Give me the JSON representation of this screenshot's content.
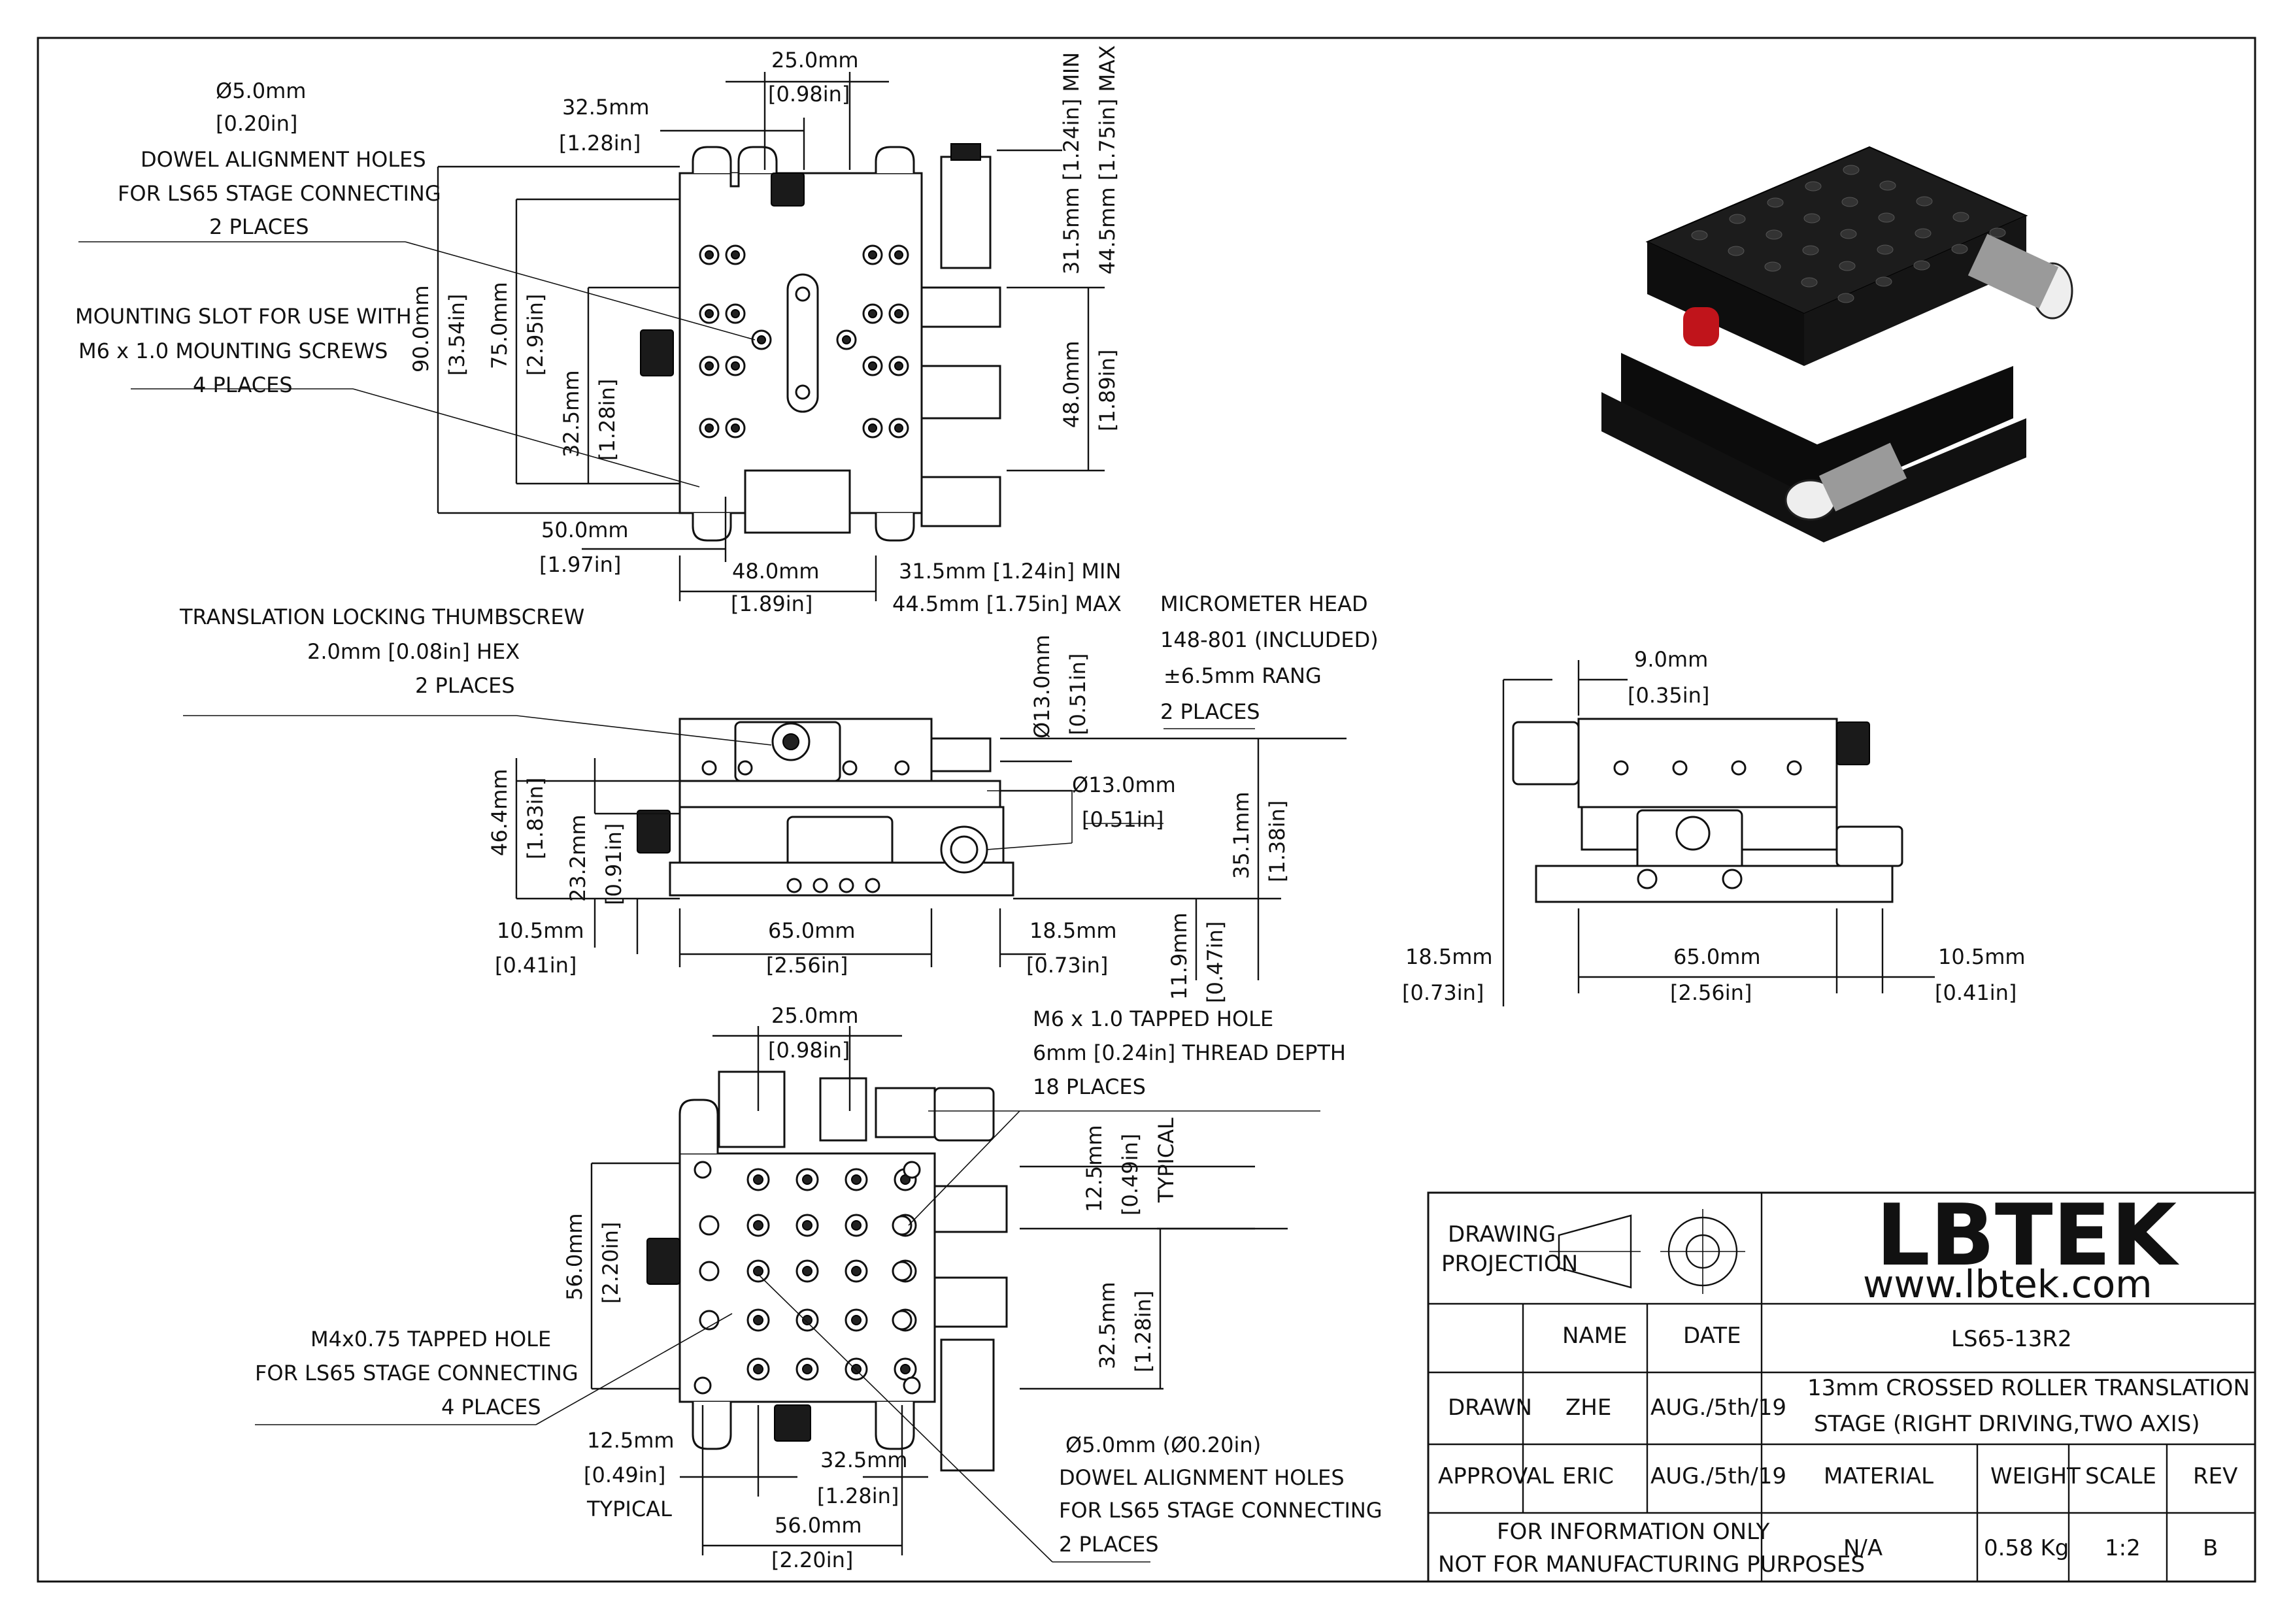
{
  "top_view": {
    "dims": [
      {
        "id": "w25",
        "text": "25.0mm"
      },
      {
        "id": "w25in",
        "text": "[0.98in]"
      },
      {
        "id": "w325",
        "text": "32.5mm"
      },
      {
        "id": "w325in",
        "text": "[1.28in]"
      },
      {
        "id": "h90",
        "text": "90.0mm"
      },
      {
        "id": "h90in",
        "text": "[3.54in]"
      },
      {
        "id": "h75",
        "text": "75.0mm"
      },
      {
        "id": "h75in",
        "text": "[2.95in]"
      },
      {
        "id": "h325",
        "text": "32.5mm"
      },
      {
        "id": "h325in",
        "text": "[1.28in]"
      },
      {
        "id": "w50",
        "text": "50.0mm"
      },
      {
        "id": "w50in",
        "text": "[1.97in]"
      },
      {
        "id": "w48",
        "text": "48.0mm"
      },
      {
        "id": "w48in",
        "text": "[1.89in]"
      },
      {
        "id": "h48",
        "text": "48.0mm"
      },
      {
        "id": "h48in",
        "text": "[1.89in]"
      },
      {
        "id": "travel_v",
        "text": "31.5mm [1.24in] MIN"
      },
      {
        "id": "travel_v2",
        "text": "44.5mm [1.75in] MAX"
      },
      {
        "id": "travel_h",
        "text": "31.5mm [1.24in] MIN"
      },
      {
        "id": "travel_h2",
        "text": "44.5mm [1.75in] MAX"
      }
    ],
    "notes": {
      "dowel": [
        "Ø5.0mm",
        "[0.20in]",
        "DOWEL ALIGNMENT HOLES",
        "FOR LS65 STAGE CONNECTING",
        "2 PLACES"
      ],
      "slot": [
        "MOUNTING SLOT FOR USE WITH",
        "M6 x 1.0 MOUNTING SCREWS",
        "4 PLACES"
      ]
    }
  },
  "front_view": {
    "dims": [
      {
        "id": "h464",
        "text": "46.4mm"
      },
      {
        "id": "h464in",
        "text": "[1.83in]"
      },
      {
        "id": "h232",
        "text": "23.2mm"
      },
      {
        "id": "h232in",
        "text": "[0.91in]"
      },
      {
        "id": "w105",
        "text": "10.5mm"
      },
      {
        "id": "w105in",
        "text": "[0.41in]"
      },
      {
        "id": "w65",
        "text": "65.0mm"
      },
      {
        "id": "w65in",
        "text": "[2.56in]"
      },
      {
        "id": "w185",
        "text": "18.5mm"
      },
      {
        "id": "w185in",
        "text": "[0.73in]"
      },
      {
        "id": "h119",
        "text": "11.9mm"
      },
      {
        "id": "h119in",
        "text": "[0.47in]"
      },
      {
        "id": "h351",
        "text": "35.1mm"
      },
      {
        "id": "h351in",
        "text": "[1.38in]"
      },
      {
        "id": "d13a",
        "text": "Ø13.0mm"
      },
      {
        "id": "d13ain",
        "text": "[0.51in]"
      },
      {
        "id": "d13b",
        "text": "Ø13.0mm"
      },
      {
        "id": "d13bin",
        "text": "[0.51in]"
      }
    ],
    "notes": {
      "lock": [
        "TRANSLATION LOCKING THUMBSCREW",
        "2.0mm [0.08in] HEX",
        "2 PLACES"
      ],
      "micrometer": [
        "MICROMETER HEAD",
        "148-801 (INCLUDED)",
        "±6.5mm RANG",
        "2 PLACES"
      ]
    }
  },
  "side_view": {
    "dims": [
      {
        "id": "w9",
        "text": "9.0mm"
      },
      {
        "id": "w9in",
        "text": "[0.35in]"
      },
      {
        "id": "w185",
        "text": "18.5mm"
      },
      {
        "id": "w185in",
        "text": "[0.73in]"
      },
      {
        "id": "w65",
        "text": "65.0mm"
      },
      {
        "id": "w65in",
        "text": "[2.56in]"
      },
      {
        "id": "w105",
        "text": "10.5mm"
      },
      {
        "id": "w105in",
        "text": "[0.41in]"
      }
    ]
  },
  "bottom_view": {
    "dims": [
      {
        "id": "w25",
        "text": "25.0mm"
      },
      {
        "id": "w25in",
        "text": "[0.98in]"
      },
      {
        "id": "h56",
        "text": "56.0mm"
      },
      {
        "id": "h56in",
        "text": "[2.20in]"
      },
      {
        "id": "h125",
        "text": "12.5mm"
      },
      {
        "id": "h125in",
        "text": "[0.49in]"
      },
      {
        "id": "h125t",
        "text": "TYPICAL"
      },
      {
        "id": "h325",
        "text": "32.5mm"
      },
      {
        "id": "h325in",
        "text": "[1.28in]"
      },
      {
        "id": "w125",
        "text": "12.5mm"
      },
      {
        "id": "w125in",
        "text": "[0.49in]"
      },
      {
        "id": "w125t",
        "text": "TYPICAL"
      },
      {
        "id": "w325",
        "text": "32.5mm"
      },
      {
        "id": "w325in",
        "text": "[1.28in]"
      },
      {
        "id": "w56",
        "text": "56.0mm"
      },
      {
        "id": "w56in",
        "text": "[2.20in]"
      }
    ],
    "notes": {
      "tapped": [
        "M6 x 1.0 TAPPED HOLE",
        "6mm [0.24in] THREAD DEPTH",
        "18 PLACES"
      ],
      "m4": [
        "M4x0.75 TAPPED HOLE",
        "FOR LS65 STAGE CONNECTING",
        "4 PLACES"
      ],
      "dowel": [
        "Ø5.0mm (Ø0.20in)",
        "DOWEL ALIGNMENT HOLES",
        "FOR LS65 STAGE CONNECTING",
        "2 PLACES"
      ]
    }
  },
  "title_block": {
    "projection_label": [
      "DRAWING",
      "PROJECTION"
    ],
    "logo": "LBTEK",
    "website": "www.lbtek.com",
    "header_name": "NAME",
    "header_date": "DATE",
    "part_number": "LS65-13R2",
    "drawn_label": "DRAWN",
    "drawn_name": "ZHE",
    "drawn_date": "AUG./5th/19",
    "description": [
      "13mm CROSSED ROLLER TRANSLATION",
      "STAGE (RIGHT DRIVING,TWO AXIS)"
    ],
    "approval_label": "APPROVAL",
    "approval_name": "ERIC",
    "approval_date": "AUG./5th/19",
    "material_label": "MATERIAL",
    "weight_label": "WEIGHT",
    "scale_label": "SCALE",
    "rev_label": "REV",
    "disclaimer": [
      "FOR INFORMATION ONLY",
      "NOT FOR MANUFACTURING PURPOSES"
    ],
    "material": "N/A",
    "weight": "0.58 Kg",
    "scale": "1:2",
    "rev": "B",
    "logo_color": "#111111"
  }
}
